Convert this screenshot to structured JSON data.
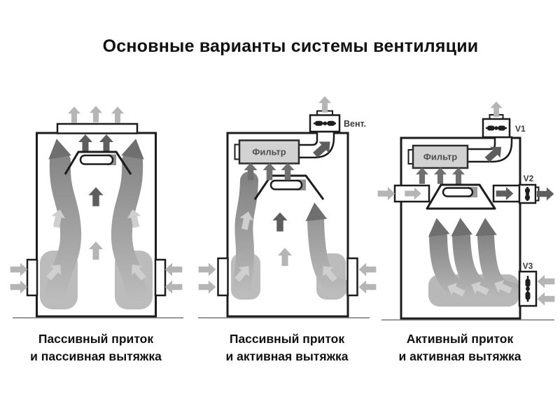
{
  "title": "Основные варианты системы вентиляции",
  "diagrams": [
    {
      "caption_line1": "Пассивный приток",
      "caption_line2": "и пассивная вытяжка"
    },
    {
      "caption_line1": "Пассивный приток",
      "caption_line2": "и активная вытяжка",
      "filter_label": "Фильтр",
      "fan_label": "Вент."
    },
    {
      "caption_line1": "Активный приток",
      "caption_line2": "и активная вытяжка",
      "filter_label": "Фильтр",
      "fan_labels": [
        "V1",
        "V2",
        "V3"
      ]
    }
  ],
  "colors": {
    "outline": "#1c1c1c",
    "ground_line": "#9a9a9a",
    "dark_arrow": "#5e5e5e",
    "medium_arrow": "#707070",
    "light_arrow": "#b5b5b5",
    "pale_arrow": "#cfcfcf",
    "plume_dark": "#7d7d7d",
    "plume_light": "#bcbcbc",
    "filter_fill": "#d2d2d2",
    "lamp_cap": "#8f8f8f",
    "label_text": "#3b3b3b",
    "text": "#111111"
  }
}
